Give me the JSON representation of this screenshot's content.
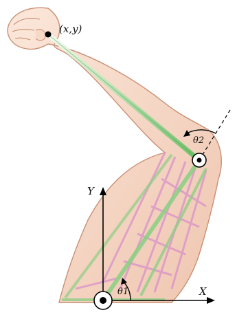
{
  "labels": {
    "endpoint": "(x,y)",
    "theta2": "θ2",
    "theta1": "θ1",
    "x_axis": "X",
    "y_axis": "Y"
  },
  "colors": {
    "skin": "#f6d9c6",
    "skin_edge": "#c98f74",
    "link_green": "#8fcf86",
    "link_green_dark": "#4f9e4a",
    "muscle_pink": "#d991c9",
    "axis": "#000000"
  }
}
